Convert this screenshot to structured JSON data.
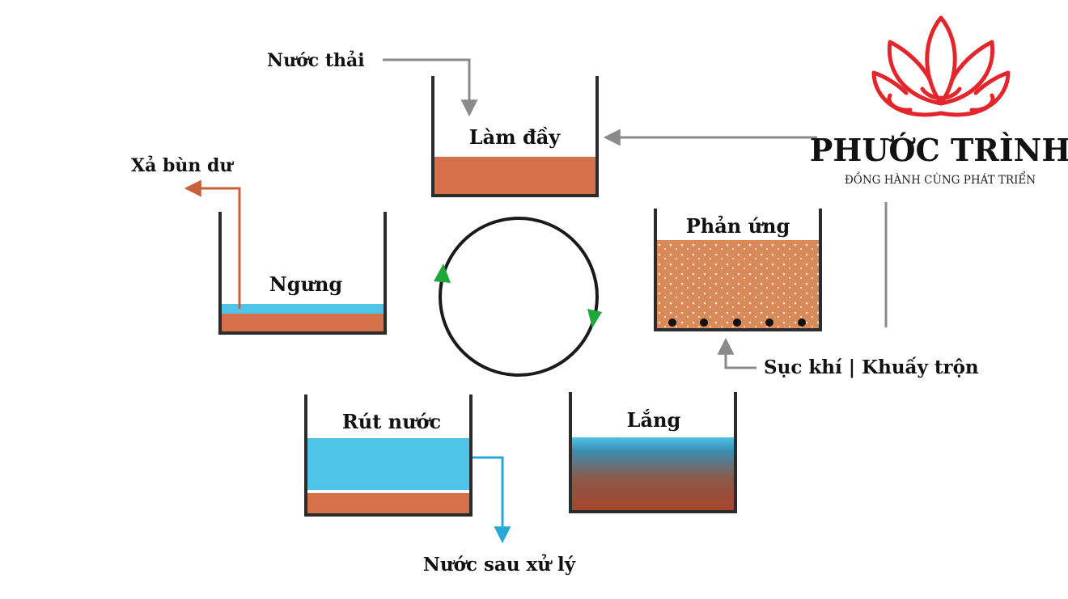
{
  "diagram": {
    "title": "SBR treatment cycle",
    "stages": {
      "fill": "Làm đầy",
      "react": "Phản ứng",
      "settle": "Lắng",
      "decant": "Rút nước",
      "idle": "Ngưng"
    },
    "flows": {
      "wastewater_in": "Nước thải",
      "sludge_out": "Xả bùn dư",
      "treated_out": "Nước sau xử lý",
      "aeration": "Sục khí | Khuấy trộn"
    }
  },
  "brand": {
    "name": "PHƯỚC TRÌNH",
    "tagline": "ĐỒNG HÀNH CÙNG PHÁT TRIỂN"
  },
  "colors": {
    "sludge": "#d4714a",
    "water": "#4fc3e8",
    "wall": "#2b2b2b",
    "arrow_gray": "#8a8a8a",
    "arrow_sludge": "#c8603a",
    "arrow_water": "#29a8d8",
    "cycle_arrow": "#1fa83a",
    "logo_red": "#e3262b"
  }
}
